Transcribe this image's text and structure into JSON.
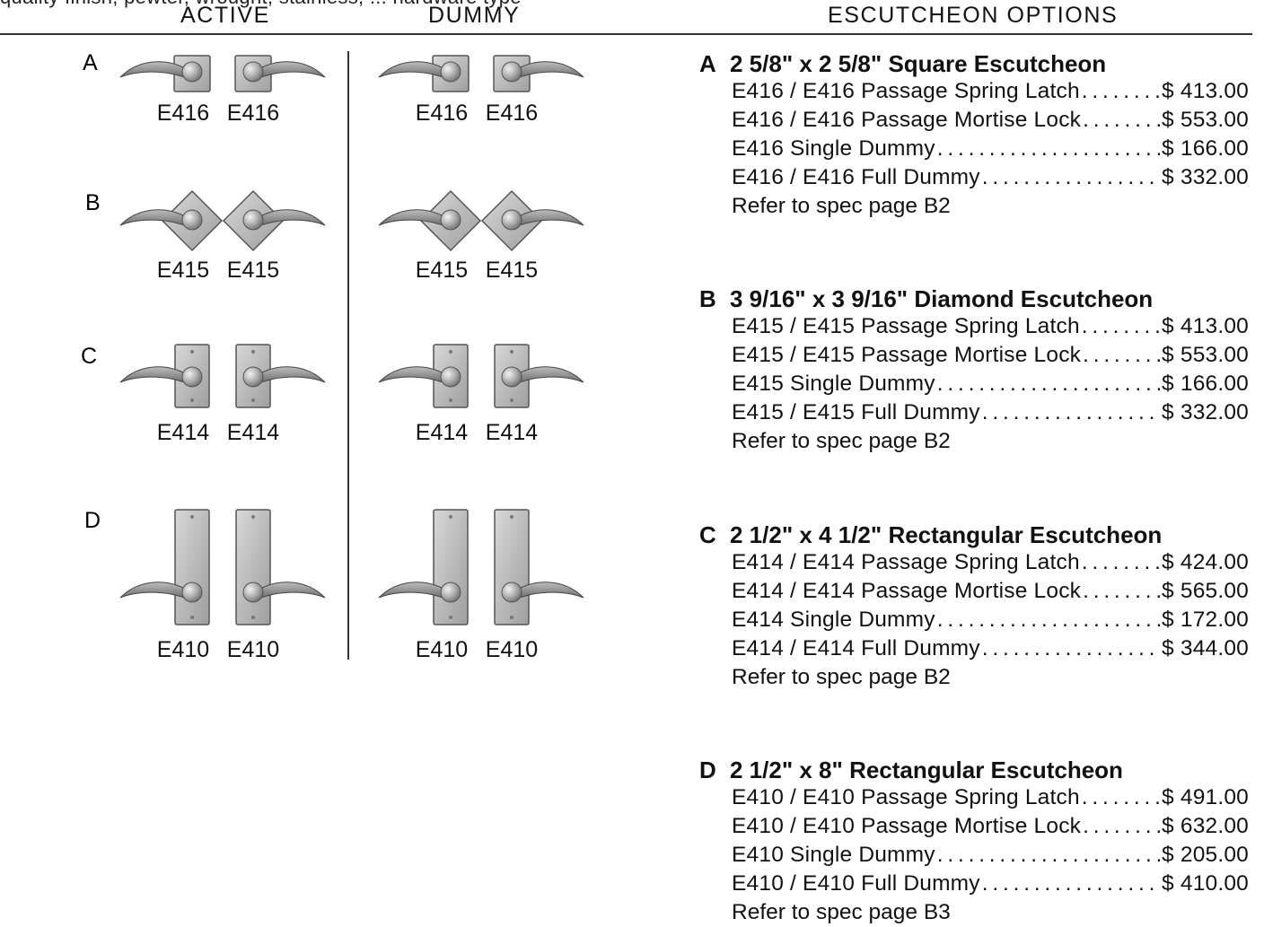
{
  "top_cut_text": "quality finish, pewter, wrought, stainless, ... hardware type",
  "headers": {
    "active": "ACTIVE",
    "dummy": "DUMMY",
    "options": "ESCUTCHEON OPTIONS"
  },
  "rows": [
    {
      "letter": "A",
      "model": "E416",
      "shape": "square"
    },
    {
      "letter": "B",
      "model": "E415",
      "shape": "diamond"
    },
    {
      "letter": "C",
      "model": "E414",
      "shape": "rect-short"
    },
    {
      "letter": "D",
      "model": "E410",
      "shape": "rect-long"
    }
  ],
  "options": [
    {
      "letter": "A",
      "title": "2 5/8\" x 2 5/8\" Square Escutcheon",
      "lines": [
        {
          "label": "E416 / E416 Passage Spring Latch",
          "price": "$ 413.00"
        },
        {
          "label": "E416 / E416 Passage Mortise Lock",
          "price": "$ 553.00"
        },
        {
          "label": "E416 Single Dummy",
          "price": "$ 166.00"
        },
        {
          "label": "E416 / E416 Full Dummy",
          "price": "$ 332.00"
        }
      ],
      "ref": "Refer to spec page B2"
    },
    {
      "letter": "B",
      "title": "3 9/16\" x 3 9/16\" Diamond Escutcheon",
      "lines": [
        {
          "label": "E415 / E415 Passage Spring Latch",
          "price": "$ 413.00"
        },
        {
          "label": "E415 / E415 Passage Mortise Lock",
          "price": "$ 553.00"
        },
        {
          "label": "E415 Single Dummy",
          "price": "$ 166.00"
        },
        {
          "label": "E415 / E415 Full Dummy",
          "price": "$ 332.00"
        }
      ],
      "ref": "Refer to spec page B2"
    },
    {
      "letter": "C",
      "title": "2 1/2\" x 4 1/2\" Rectangular Escutcheon",
      "lines": [
        {
          "label": "E414 / E414 Passage Spring Latch",
          "price": "$ 424.00"
        },
        {
          "label": "E414 / E414 Passage Mortise Lock",
          "price": "$ 565.00"
        },
        {
          "label": "E414 Single Dummy",
          "price": "$ 172.00"
        },
        {
          "label": "E414 / E414 Full Dummy",
          "price": "$ 344.00"
        }
      ],
      "ref": "Refer to spec page B2"
    },
    {
      "letter": "D",
      "title": "2 1/2\" x 8\" Rectangular Escutcheon",
      "lines": [
        {
          "label": "E410 / E410 Passage Spring Latch",
          "price": "$ 491.00"
        },
        {
          "label": "E410 / E410 Passage Mortise Lock",
          "price": "$ 632.00"
        },
        {
          "label": "E410 Single Dummy",
          "price": "$ 205.00"
        },
        {
          "label": "E410 / E410 Full Dummy",
          "price": "$ 410.00"
        }
      ],
      "ref": "Refer to spec page B3"
    }
  ]
}
